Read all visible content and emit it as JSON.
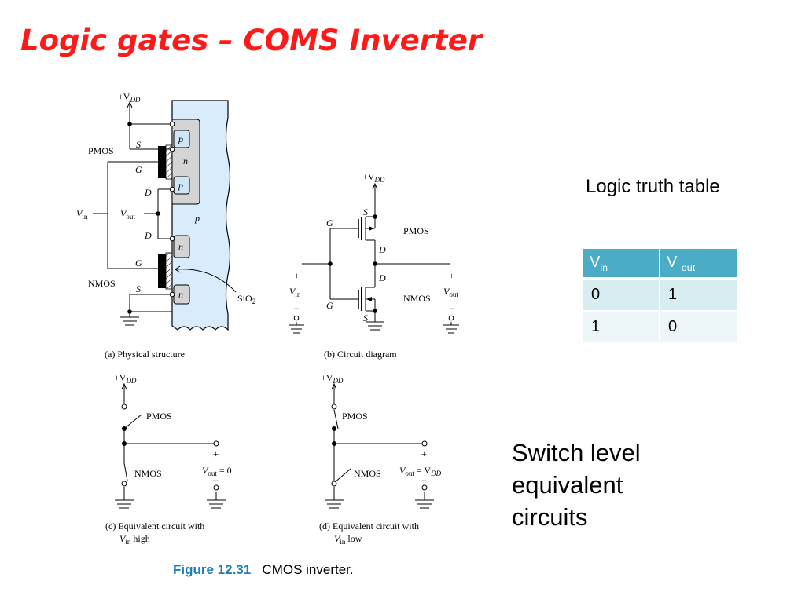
{
  "slide": {
    "title": "Logic gates – COMS Inverter",
    "truth_table_caption": "Logic truth table",
    "switch_caption": "Switch level equivalent circuits"
  },
  "truth_table": {
    "headers": [
      {
        "main": "V",
        "sub": "in"
      },
      {
        "main": "V ",
        "sub": "out"
      }
    ],
    "rows": [
      [
        "0",
        "1"
      ],
      [
        "1",
        "0"
      ]
    ],
    "header_color": "#4aacc6",
    "row_colors": [
      "#d8edf2",
      "#ecf5f8"
    ]
  },
  "figure": {
    "number": "Figure 12.31",
    "caption": "CMOS inverter.",
    "vdd_label": "+V",
    "vdd_sub": "DD",
    "panel_a": {
      "caption": "(a) Physical structure",
      "pmos": "PMOS",
      "nmos": "NMOS",
      "s": "S",
      "g": "G",
      "d": "D",
      "p": "p",
      "n": "n",
      "v": "V",
      "in_sub": "in",
      "out_sub": "out",
      "sio2": "SiO",
      "sio2_sub": "2"
    },
    "panel_b": {
      "caption": "(b) Circuit diagram",
      "pmos": "PMOS",
      "nmos": "NMOS",
      "s": "S",
      "g": "G",
      "d": "D",
      "plus": "+",
      "minus": "−",
      "v": "V",
      "in_sub": "in",
      "out_sub": "out"
    },
    "panel_c": {
      "caption_line1": "(c) Equivalent circuit with",
      "caption_v": "V",
      "caption_sub": "in",
      "caption_tail": " high",
      "pmos": "PMOS",
      "nmos": "NMOS",
      "plus": "+",
      "minus": "−",
      "vout_v": "V",
      "vout_sub": "out",
      "vout_rest": " = 0"
    },
    "panel_d": {
      "caption_line1": "(d) Equivalent circuit with",
      "caption_v": "V",
      "caption_sub": "in",
      "caption_tail": " low",
      "pmos": "PMOS",
      "nmos": "NMOS",
      "plus": "+",
      "minus": "−",
      "vout_v": "V",
      "vout_sub": "out",
      "vout_eq": " = V",
      "vout_dd": "DD"
    }
  }
}
